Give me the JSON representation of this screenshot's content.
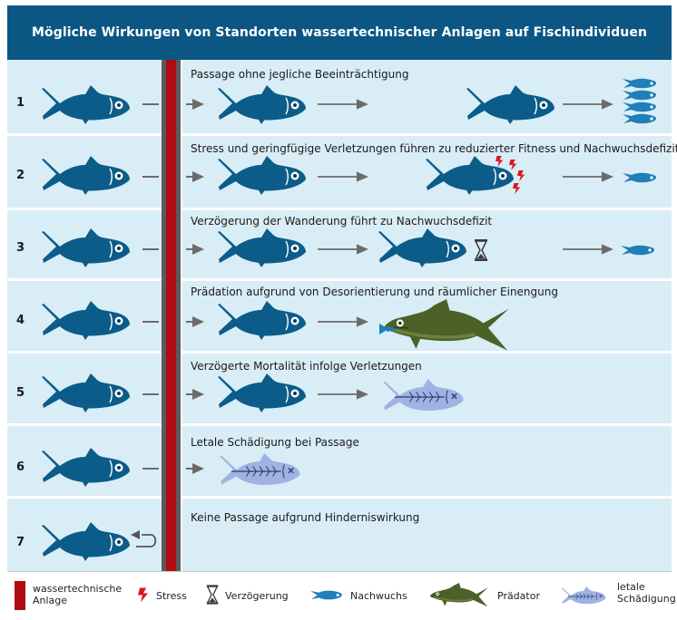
{
  "title": "Mögliche Wirkungen von Standorten wassertechnischer Anlagen auf Fischindividuen",
  "scenarios": [
    {
      "number": "1",
      "caption": "Passage ohne jegliche Beeinträchtigung"
    },
    {
      "number": "2",
      "caption": "Stress und geringfügige Verletzungen führen zu reduzierter Fitness und Nachwuchsdefizit"
    },
    {
      "number": "3",
      "caption": "Verzögerung der Wanderung führt zu Nachwuchsdefizit"
    },
    {
      "number": "4",
      "caption": "Prädation aufgrund von Desorientierung und räumlicher Einengung"
    },
    {
      "number": "5",
      "caption": "Verzögerte Mortalität infolge Verletzungen"
    },
    {
      "number": "6",
      "caption": "Letale Schädigung bei Passage"
    },
    {
      "number": "7",
      "caption": "Keine Passage aufgrund Hinderniswirkung"
    }
  ],
  "legend": {
    "barrier": "wassertechnische Anlage",
    "stress": "Stress",
    "delay": "Verzögerung",
    "offspring": "Nachwuchs",
    "predator": "Prädator",
    "lethal": "letale Schädigung"
  },
  "colors": {
    "header": "#0b5683",
    "panel": "#d9edf6",
    "barrier": "#b00a12",
    "fish": "#0c5c89",
    "offspring": "#1f7fb8",
    "predator": "#4c6128",
    "dead_fish": "#9fb2e4",
    "stress": "#d7191d"
  },
  "icons": [
    "fish-icon",
    "fry-icon",
    "stress-bolt-icon",
    "hourglass-icon",
    "predator-pike-icon",
    "dead-fish-icon",
    "return-arrow-icon",
    "arrow-icon"
  ]
}
